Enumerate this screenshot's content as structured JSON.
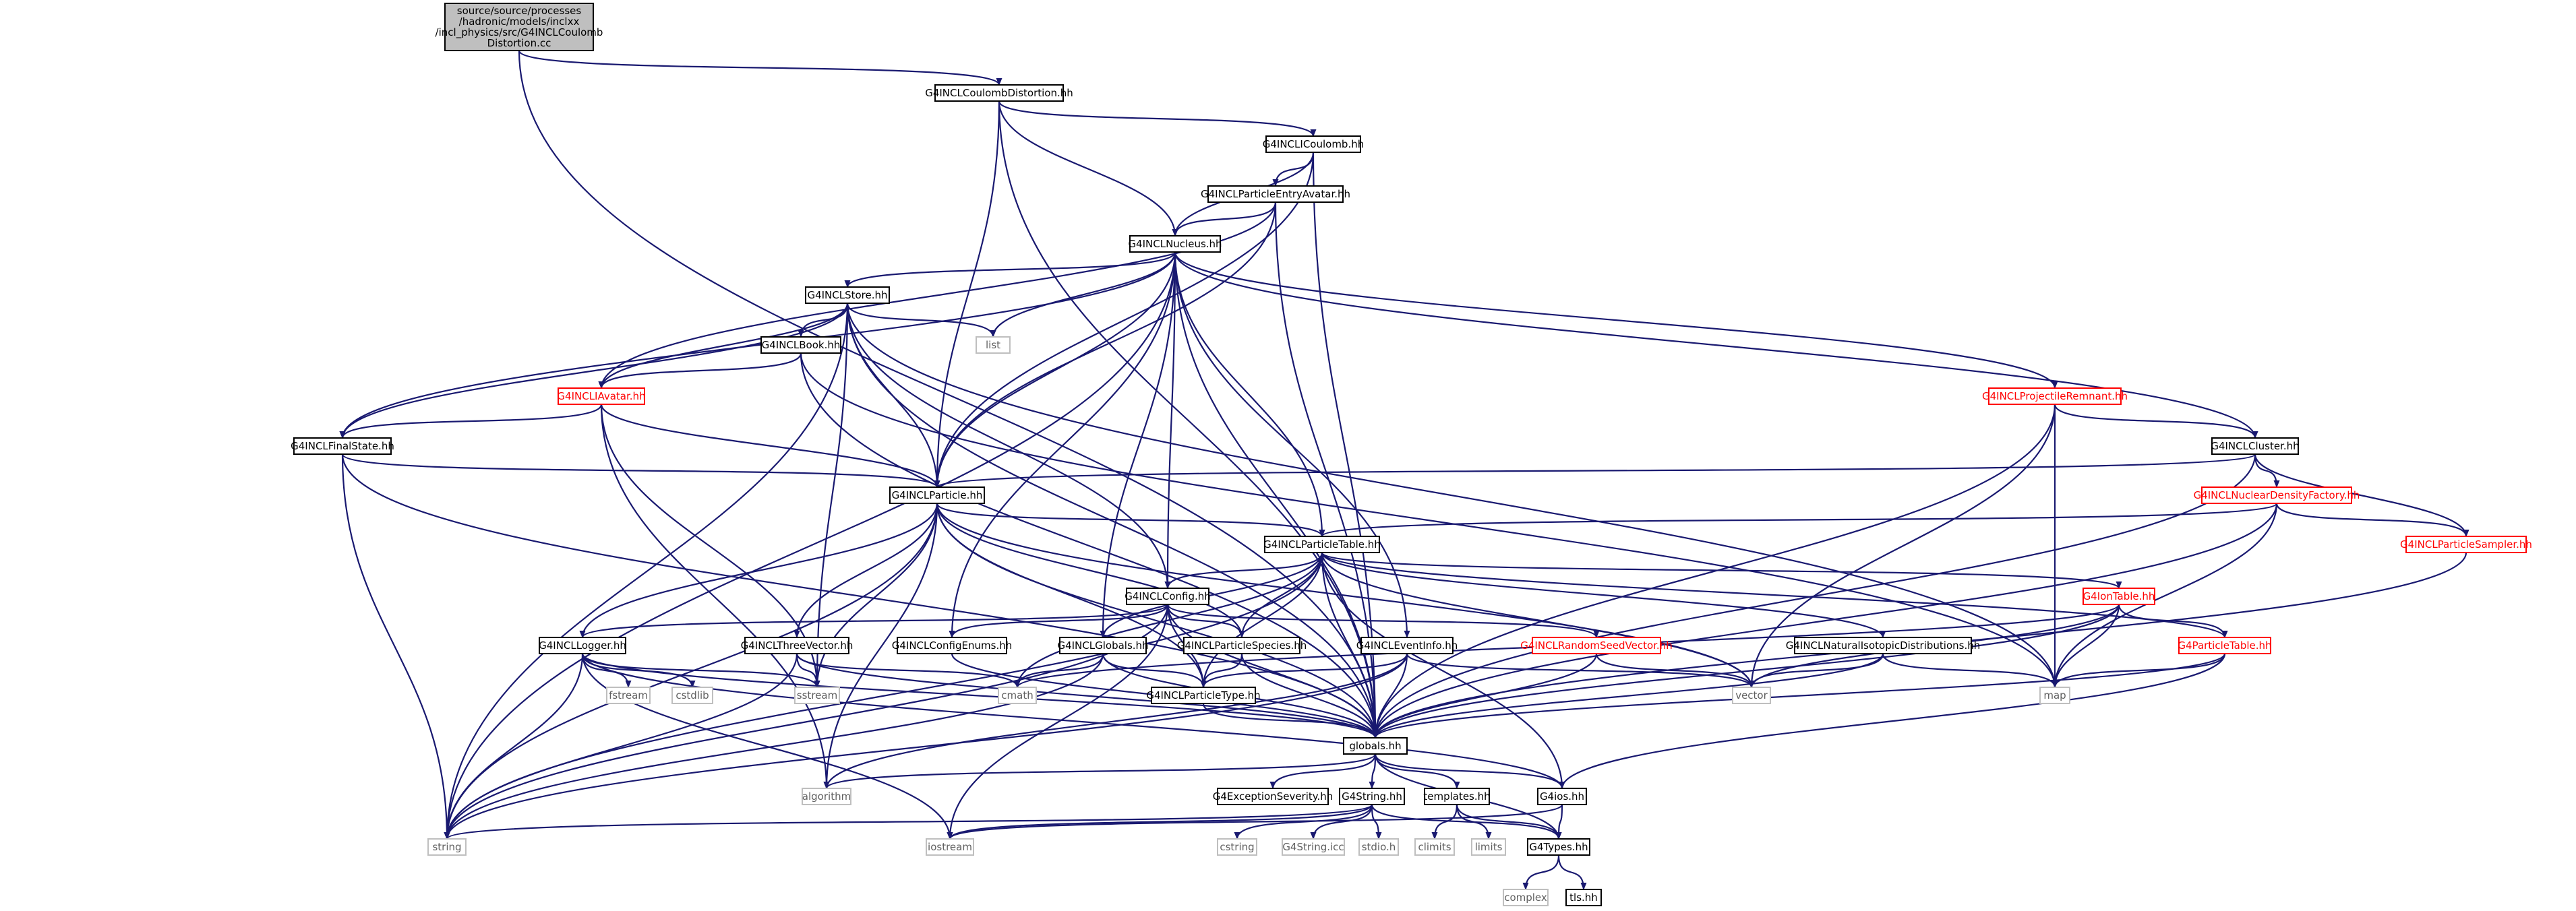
{
  "diagram": {
    "type": "include-dependency-graph",
    "colors": {
      "edge": "#191970",
      "node_border_black": "#000000",
      "node_border_red": "#ff0000",
      "node_border_gray": "#bfbfbf",
      "root_fill": "#bfbfbf",
      "text": "#000000"
    },
    "nodes": [
      {
        "id": "root",
        "lines": [
          "source/source/processes",
          "/hadronic/models/inclxx",
          "/incl_physics/src/G4INCLCoulomb",
          "Distortion.cc"
        ],
        "style": "root"
      },
      {
        "id": "coulombDistortion",
        "lines": [
          "G4INCLCoulombDistortion.hh"
        ],
        "style": "black"
      },
      {
        "id": "icoulomb",
        "lines": [
          "G4INCLICoulomb.hh"
        ],
        "style": "black"
      },
      {
        "id": "entryAvatar",
        "lines": [
          "G4INCLParticleEntryAvatar.hh"
        ],
        "style": "black"
      },
      {
        "id": "nucleus",
        "lines": [
          "G4INCLNucleus.hh"
        ],
        "style": "black"
      },
      {
        "id": "store",
        "lines": [
          "G4INCLStore.hh"
        ],
        "style": "black"
      },
      {
        "id": "book",
        "lines": [
          "G4INCLBook.hh"
        ],
        "style": "black"
      },
      {
        "id": "iavatar",
        "lines": [
          "G4INCLIAvatar.hh"
        ],
        "style": "red"
      },
      {
        "id": "finalState",
        "lines": [
          "G4INCLFinalState.hh"
        ],
        "style": "black"
      },
      {
        "id": "list",
        "lines": [
          "list"
        ],
        "style": "gray"
      },
      {
        "id": "projRemnant",
        "lines": [
          "G4INCLProjectileRemnant.hh"
        ],
        "style": "red"
      },
      {
        "id": "cluster",
        "lines": [
          "G4INCLCluster.hh"
        ],
        "style": "black"
      },
      {
        "id": "densityFactory",
        "lines": [
          "G4INCLNuclearDensityFactory.hh"
        ],
        "style": "red"
      },
      {
        "id": "sampler",
        "lines": [
          "G4INCLParticleSampler.hh"
        ],
        "style": "red"
      },
      {
        "id": "particle",
        "lines": [
          "G4INCLParticle.hh"
        ],
        "style": "black"
      },
      {
        "id": "particleTable",
        "lines": [
          "G4INCLParticleTable.hh"
        ],
        "style": "black"
      },
      {
        "id": "config",
        "lines": [
          "G4INCLConfig.hh"
        ],
        "style": "black"
      },
      {
        "id": "ionTable",
        "lines": [
          "G4IonTable.hh"
        ],
        "style": "red"
      },
      {
        "id": "g4ParticleTable",
        "lines": [
          "G4ParticleTable.hh"
        ],
        "style": "red"
      },
      {
        "id": "logger",
        "lines": [
          "G4INCLLogger.hh"
        ],
        "style": "black"
      },
      {
        "id": "threeVector",
        "lines": [
          "G4INCLThreeVector.hh"
        ],
        "style": "black"
      },
      {
        "id": "configEnums",
        "lines": [
          "G4INCLConfigEnums.hh"
        ],
        "style": "black"
      },
      {
        "id": "inclGlobals",
        "lines": [
          "G4INCLGlobals.hh"
        ],
        "style": "black"
      },
      {
        "id": "particleSpecies",
        "lines": [
          "G4INCLParticleSpecies.hh"
        ],
        "style": "black"
      },
      {
        "id": "eventInfo",
        "lines": [
          "G4INCLEventInfo.hh"
        ],
        "style": "black"
      },
      {
        "id": "seedVector",
        "lines": [
          "G4INCLRandomSeedVector.hh"
        ],
        "style": "red"
      },
      {
        "id": "isotopic",
        "lines": [
          "G4INCLNaturalIsotopicDistributions.hh"
        ],
        "style": "black"
      },
      {
        "id": "fstream",
        "lines": [
          "fstream"
        ],
        "style": "gray"
      },
      {
        "id": "cstdlib",
        "lines": [
          "cstdlib"
        ],
        "style": "gray"
      },
      {
        "id": "sstream",
        "lines": [
          "sstream"
        ],
        "style": "gray"
      },
      {
        "id": "cmath",
        "lines": [
          "cmath"
        ],
        "style": "gray"
      },
      {
        "id": "particleType",
        "lines": [
          "G4INCLParticleType.hh"
        ],
        "style": "black"
      },
      {
        "id": "vector",
        "lines": [
          "vector"
        ],
        "style": "gray"
      },
      {
        "id": "map",
        "lines": [
          "map"
        ],
        "style": "gray"
      },
      {
        "id": "globals",
        "lines": [
          "globals.hh"
        ],
        "style": "black"
      },
      {
        "id": "algorithm",
        "lines": [
          "algorithm"
        ],
        "style": "gray"
      },
      {
        "id": "exceptionSeverity",
        "lines": [
          "G4ExceptionSeverity.hh"
        ],
        "style": "black"
      },
      {
        "id": "g4string",
        "lines": [
          "G4String.hh"
        ],
        "style": "black"
      },
      {
        "id": "templates",
        "lines": [
          "templates.hh"
        ],
        "style": "black"
      },
      {
        "id": "g4ios",
        "lines": [
          "G4ios.hh"
        ],
        "style": "black"
      },
      {
        "id": "string",
        "lines": [
          "string"
        ],
        "style": "gray"
      },
      {
        "id": "iostream",
        "lines": [
          "iostream"
        ],
        "style": "gray"
      },
      {
        "id": "cstring",
        "lines": [
          "cstring"
        ],
        "style": "gray"
      },
      {
        "id": "g4stringIcc",
        "lines": [
          "G4String.icc"
        ],
        "style": "gray"
      },
      {
        "id": "stdio",
        "lines": [
          "stdio.h"
        ],
        "style": "gray"
      },
      {
        "id": "climits",
        "lines": [
          "climits"
        ],
        "style": "gray"
      },
      {
        "id": "limits",
        "lines": [
          "limits"
        ],
        "style": "gray"
      },
      {
        "id": "g4types",
        "lines": [
          "G4Types.hh"
        ],
        "style": "black"
      },
      {
        "id": "complex",
        "lines": [
          "complex"
        ],
        "style": "gray"
      },
      {
        "id": "tls",
        "lines": [
          "tls.hh"
        ],
        "style": "black"
      }
    ],
    "edges": [
      [
        "root",
        "coulombDistortion"
      ],
      [
        "root",
        "globals"
      ],
      [
        "coulombDistortion",
        "icoulomb"
      ],
      [
        "coulombDistortion",
        "nucleus"
      ],
      [
        "coulombDistortion",
        "particle"
      ],
      [
        "coulombDistortion",
        "globals"
      ],
      [
        "icoulomb",
        "entryAvatar"
      ],
      [
        "icoulomb",
        "nucleus"
      ],
      [
        "icoulomb",
        "particle"
      ],
      [
        "icoulomb",
        "globals"
      ],
      [
        "entryAvatar",
        "iavatar"
      ],
      [
        "entryAvatar",
        "nucleus"
      ],
      [
        "entryAvatar",
        "particle"
      ],
      [
        "entryAvatar",
        "globals"
      ],
      [
        "nucleus",
        "store"
      ],
      [
        "nucleus",
        "list"
      ],
      [
        "nucleus",
        "finalState"
      ],
      [
        "nucleus",
        "projRemnant"
      ],
      [
        "nucleus",
        "cluster"
      ],
      [
        "nucleus",
        "particle"
      ],
      [
        "nucleus",
        "particleTable"
      ],
      [
        "nucleus",
        "config"
      ],
      [
        "nucleus",
        "configEnums"
      ],
      [
        "nucleus",
        "inclGlobals"
      ],
      [
        "nucleus",
        "eventInfo"
      ],
      [
        "nucleus",
        "globals"
      ],
      [
        "nucleus",
        "string"
      ],
      [
        "store",
        "book"
      ],
      [
        "store",
        "iavatar"
      ],
      [
        "store",
        "list"
      ],
      [
        "store",
        "particle"
      ],
      [
        "store",
        "finalState"
      ],
      [
        "store",
        "config"
      ],
      [
        "store",
        "map"
      ],
      [
        "store",
        "sstream"
      ],
      [
        "store",
        "globals"
      ],
      [
        "store",
        "string"
      ],
      [
        "book",
        "iavatar"
      ],
      [
        "book",
        "map"
      ],
      [
        "book",
        "globals"
      ],
      [
        "iavatar",
        "particle"
      ],
      [
        "iavatar",
        "finalState"
      ],
      [
        "iavatar",
        "sstream"
      ],
      [
        "iavatar",
        "algorithm"
      ],
      [
        "finalState",
        "particle"
      ],
      [
        "finalState",
        "string"
      ],
      [
        "finalState",
        "globals"
      ],
      [
        "projRemnant",
        "cluster"
      ],
      [
        "projRemnant",
        "vector"
      ],
      [
        "projRemnant",
        "map"
      ],
      [
        "projRemnant",
        "globals"
      ],
      [
        "cluster",
        "particle"
      ],
      [
        "cluster",
        "densityFactory"
      ],
      [
        "cluster",
        "sampler"
      ],
      [
        "cluster",
        "globals"
      ],
      [
        "densityFactory",
        "particleTable"
      ],
      [
        "densityFactory",
        "sampler"
      ],
      [
        "densityFactory",
        "map"
      ],
      [
        "densityFactory",
        "globals"
      ],
      [
        "sampler",
        "globals"
      ],
      [
        "particle",
        "particleTable"
      ],
      [
        "particle",
        "logger"
      ],
      [
        "particle",
        "threeVector"
      ],
      [
        "particle",
        "particleSpecies"
      ],
      [
        "particle",
        "particleType"
      ],
      [
        "particle",
        "vector"
      ],
      [
        "particle",
        "sstream"
      ],
      [
        "particle",
        "string"
      ],
      [
        "particle",
        "algorithm"
      ],
      [
        "particle",
        "globals"
      ],
      [
        "particleTable",
        "config"
      ],
      [
        "particleTable",
        "ionTable"
      ],
      [
        "particleTable",
        "g4ParticleTable"
      ],
      [
        "particleTable",
        "particleSpecies"
      ],
      [
        "particleTable",
        "inclGlobals"
      ],
      [
        "particleTable",
        "isotopic"
      ],
      [
        "particleTable",
        "vector"
      ],
      [
        "particleTable",
        "cmath"
      ],
      [
        "particleTable",
        "particleType"
      ],
      [
        "particleTable",
        "string"
      ],
      [
        "particleTable",
        "g4ios"
      ],
      [
        "particleTable",
        "globals"
      ],
      [
        "config",
        "configEnums"
      ],
      [
        "config",
        "particleSpecies"
      ],
      [
        "config",
        "seedVector"
      ],
      [
        "config",
        "particleType"
      ],
      [
        "config",
        "logger"
      ],
      [
        "config",
        "iostream"
      ],
      [
        "config",
        "string"
      ],
      [
        "config",
        "globals"
      ],
      [
        "ionTable",
        "g4ParticleTable"
      ],
      [
        "ionTable",
        "vector"
      ],
      [
        "ionTable",
        "map"
      ],
      [
        "ionTable",
        "globals"
      ],
      [
        "ionTable",
        "cmath"
      ],
      [
        "g4ParticleTable",
        "map"
      ],
      [
        "g4ParticleTable",
        "globals"
      ],
      [
        "g4ParticleTable",
        "g4ios"
      ],
      [
        "logger",
        "fstream"
      ],
      [
        "logger",
        "cstdlib"
      ],
      [
        "logger",
        "sstream"
      ],
      [
        "logger",
        "globals"
      ],
      [
        "logger",
        "string"
      ],
      [
        "logger",
        "iostream"
      ],
      [
        "logger",
        "g4ios"
      ],
      [
        "threeVector",
        "sstream"
      ],
      [
        "threeVector",
        "cmath"
      ],
      [
        "threeVector",
        "string"
      ],
      [
        "threeVector",
        "globals"
      ],
      [
        "configEnums",
        "globals"
      ],
      [
        "inclGlobals",
        "cmath"
      ],
      [
        "inclGlobals",
        "particleType"
      ],
      [
        "inclGlobals",
        "string"
      ],
      [
        "inclGlobals",
        "globals"
      ],
      [
        "particleSpecies",
        "particleType"
      ],
      [
        "particleSpecies",
        "globals"
      ],
      [
        "eventInfo",
        "particleType"
      ],
      [
        "eventInfo",
        "vector"
      ],
      [
        "eventInfo",
        "string"
      ],
      [
        "eventInfo",
        "algorithm"
      ],
      [
        "eventInfo",
        "globals"
      ],
      [
        "seedVector",
        "vector"
      ],
      [
        "seedVector",
        "globals"
      ],
      [
        "isotopic",
        "vector"
      ],
      [
        "isotopic",
        "map"
      ],
      [
        "isotopic",
        "globals"
      ],
      [
        "particleType",
        "globals"
      ],
      [
        "globals",
        "algorithm"
      ],
      [
        "globals",
        "exceptionSeverity"
      ],
      [
        "globals",
        "g4string"
      ],
      [
        "globals",
        "templates"
      ],
      [
        "globals",
        "g4ios"
      ],
      [
        "globals",
        "g4types"
      ],
      [
        "g4string",
        "string"
      ],
      [
        "g4string",
        "cstring"
      ],
      [
        "g4string",
        "g4stringIcc"
      ],
      [
        "g4string",
        "stdio"
      ],
      [
        "g4string",
        "iostream"
      ],
      [
        "g4string",
        "g4types"
      ],
      [
        "templates",
        "climits"
      ],
      [
        "templates",
        "limits"
      ],
      [
        "templates",
        "g4types"
      ],
      [
        "g4ios",
        "g4types"
      ],
      [
        "g4ios",
        "iostream"
      ],
      [
        "g4types",
        "complex"
      ],
      [
        "g4types",
        "tls"
      ]
    ]
  }
}
